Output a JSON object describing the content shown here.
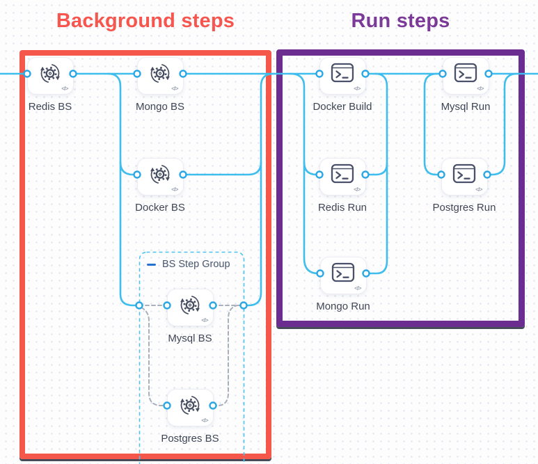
{
  "titles": {
    "background": "Background steps",
    "run": "Run steps"
  },
  "step_group": {
    "label": "BS Step Group"
  },
  "nodes": [
    {
      "id": "redis-bs",
      "label": "Redis BS",
      "type": "background-step",
      "icon": "gear-sync-icon"
    },
    {
      "id": "mongo-bs",
      "label": "Mongo BS",
      "type": "background-step",
      "icon": "gear-sync-icon"
    },
    {
      "id": "docker-bs",
      "label": "Docker BS",
      "type": "background-step",
      "icon": "gear-sync-icon"
    },
    {
      "id": "mysql-bs",
      "label": "Mysql BS",
      "type": "background-step",
      "icon": "gear-sync-icon"
    },
    {
      "id": "postgres-bs",
      "label": "Postgres BS",
      "type": "background-step",
      "icon": "gear-sync-icon"
    },
    {
      "id": "docker-build",
      "label": "Docker Build",
      "type": "run-step",
      "icon": "terminal-icon"
    },
    {
      "id": "mysql-run",
      "label": "Mysql Run",
      "type": "run-step",
      "icon": "terminal-icon"
    },
    {
      "id": "redis-run",
      "label": "Redis Run",
      "type": "run-step",
      "icon": "terminal-icon"
    },
    {
      "id": "postgres-run",
      "label": "Postgres Run",
      "type": "run-step",
      "icon": "terminal-icon"
    },
    {
      "id": "mongo-run",
      "label": "Mongo Run",
      "type": "run-step",
      "icon": "terminal-icon"
    }
  ],
  "icons": {
    "code_label": "</>"
  },
  "colors": {
    "background_box": "#F5574B",
    "background_title": "#F6564E",
    "run_box": "#6B2D90",
    "run_title": "#7B3A98",
    "edge": "#3FBDED",
    "port_ring": "#2AA7E5",
    "dashed_edge": "#A9AFBD",
    "step_group_border": "#4CC2EE",
    "step_group_dash": "#2473D3"
  }
}
